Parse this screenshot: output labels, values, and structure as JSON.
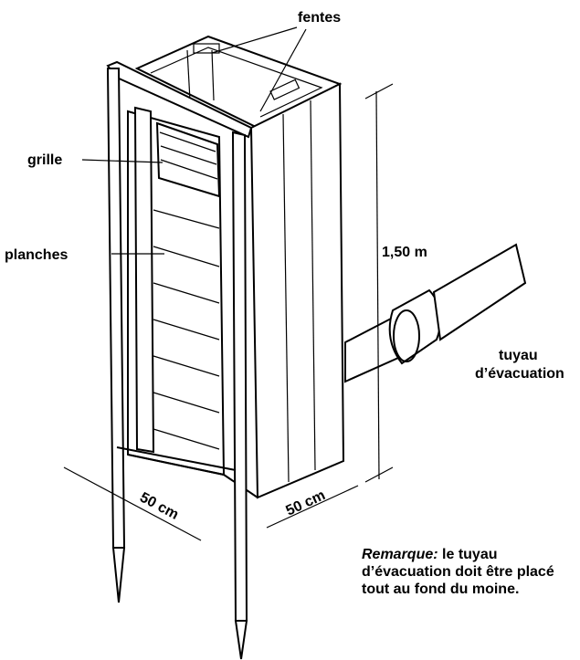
{
  "labels": {
    "slots": "fentes",
    "grille": "grille",
    "boards": "planches",
    "height": "1,50 m",
    "pipe_line1": "tuyau",
    "pipe_line2": "d’évacuation",
    "width_front": "50 cm",
    "width_side": "50 cm"
  },
  "note": {
    "lead": "Remarque:",
    "text": "le tuyau d’évacuation doit être placé tout au fond du moine."
  }
}
